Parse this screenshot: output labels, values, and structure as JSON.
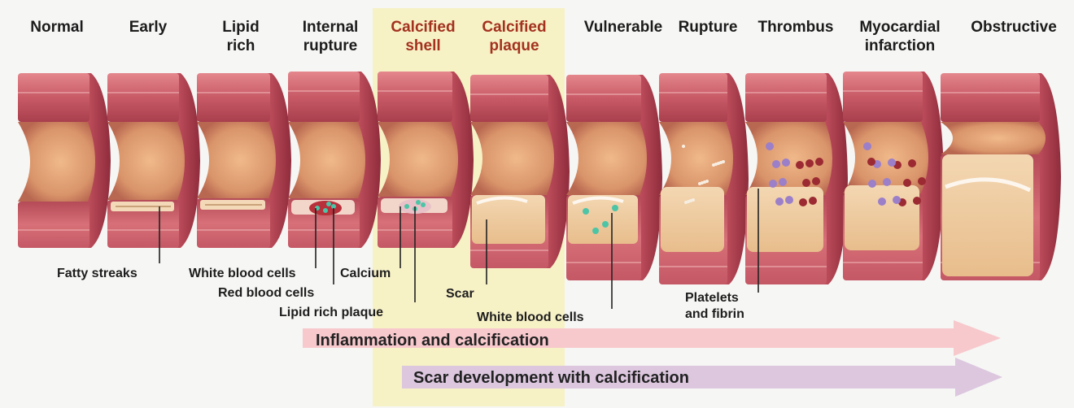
{
  "stages": [
    {
      "label": "Normal"
    },
    {
      "label": "Early"
    },
    {
      "label": "Lipid\nrich"
    },
    {
      "label": "Internal\nrupture"
    },
    {
      "label": "Calcified\nshell",
      "highlight": true
    },
    {
      "label": "Calcified\nplaque",
      "highlight": true
    },
    {
      "label": "Vulnerable"
    },
    {
      "label": "Rupture"
    },
    {
      "label": "Thrombus"
    },
    {
      "label": "Myocardial\ninfarction"
    },
    {
      "label": "Obstructive"
    }
  ],
  "callouts": {
    "fatty_streaks": "Fatty streaks",
    "white_blood_cells_1": "White blood cells",
    "calcium": "Calcium",
    "red_blood_cells": "Red blood cells",
    "lipid_rich_plaque": "Lipid rich plaque",
    "scar": "Scar",
    "white_blood_cells_2": "White blood cells",
    "platelets_and_fibrin": "Platelets\nand fibrin"
  },
  "arrows": {
    "inflammation": "Inflammation and calcification",
    "scar_development": "Scar development with calcification"
  },
  "colors": {
    "title_red": "#a3321f",
    "highlight": "#f7f1c6",
    "arrow_pink": "#f7c9cd",
    "arrow_purple": "#dcc7df"
  }
}
